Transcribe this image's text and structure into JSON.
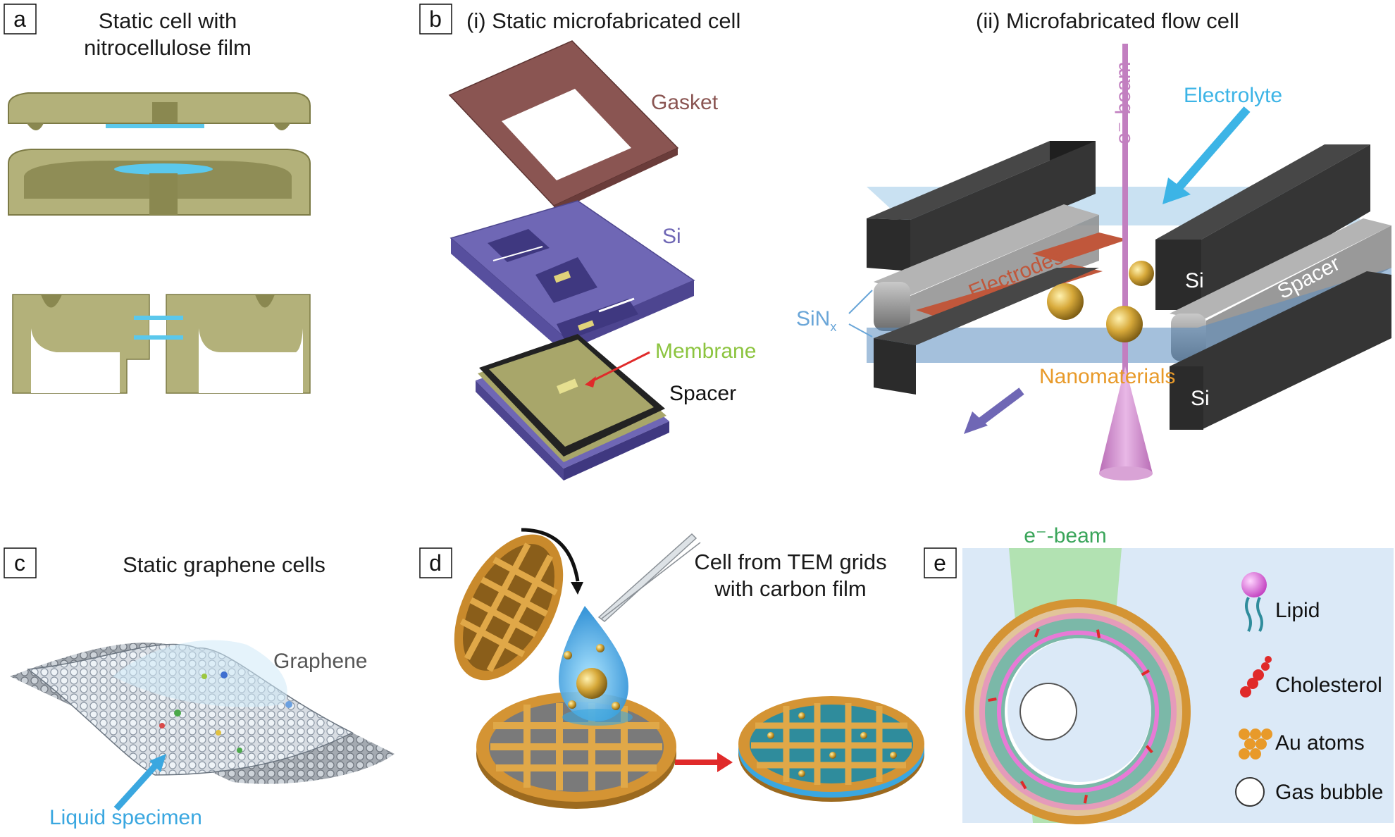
{
  "panels": {
    "a": {
      "letter": "a",
      "title_line1": "Static cell with",
      "title_line2": "nitrocellulose film"
    },
    "b": {
      "letter": "b",
      "sub_i_title": "(i)  Static microfabricated cell",
      "sub_ii_title": "(ii)  Microfabricated flow cell",
      "labels_i": {
        "gasket": "Gasket",
        "si": "Si",
        "membrane": "Membrane",
        "spacer": "Spacer"
      },
      "labels_ii": {
        "ebeam": "e⁻-beam",
        "electrolyte": "Electrolyte",
        "electrodes": "Electrodes",
        "si_top": "Si",
        "spacer": "Spacer",
        "sinx": "SiN",
        "sinx_sub": "x",
        "nanomaterials": "Nanomaterials",
        "si_bottom": "Si"
      }
    },
    "c": {
      "letter": "c",
      "title": "Static graphene cells",
      "graphene": "Graphene",
      "liquid_specimen": "Liquid specimen"
    },
    "d": {
      "letter": "d",
      "title_line1": "Cell from TEM grids",
      "title_line2": "with carbon film"
    },
    "e": {
      "letter": "e",
      "ebeam": "e⁻-beam",
      "legend": {
        "lipid": "Lipid",
        "cholesterol": "Cholesterol",
        "au_atoms": "Au atoms",
        "gas_bubble": "Gas bubble"
      }
    }
  },
  "colors": {
    "olive": "#a8a66a",
    "olive_dark": "#7c7a45",
    "film_blue": "#5bc8ec",
    "gasket": "#8a5552",
    "si_purple": "#6f67b5",
    "membrane_green": "#8cc43f",
    "dark_block": "#2b2b2b",
    "gray_spacer": "#8e8e8e",
    "electrode": "#c0573b",
    "electrolyte_blue": "#3cb4e6",
    "beam_purple": "#c27fc0",
    "nano_orange": "#e89a2a",
    "liquid_blue": "#3aa7e0",
    "gold": "#d9a055",
    "beam_green": "#a8e0a0",
    "lipid_pink": "#e87ad6",
    "red_arrow": "#e02a2a"
  }
}
